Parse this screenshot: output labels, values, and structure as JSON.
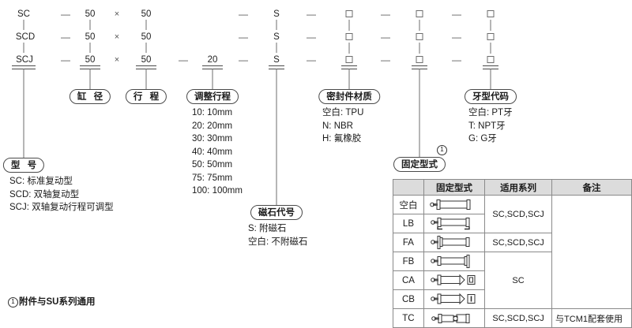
{
  "meta": {
    "title": "SC / SCD / SCJ 气缸型号编码图",
    "line_color": "#6d6d6d",
    "header_fill": "#dcdcdc"
  },
  "code_rows": [
    {
      "id": "row-sc",
      "cells": [
        {
          "kind": "text",
          "value": "SC"
        },
        {
          "kind": "dash",
          "value": "—"
        },
        {
          "kind": "text",
          "value": "50"
        },
        {
          "kind": "times",
          "value": "×"
        },
        {
          "kind": "text",
          "value": "50"
        },
        {
          "kind": "blank",
          "value": ""
        },
        {
          "kind": "blank",
          "value": ""
        },
        {
          "kind": "dash",
          "value": "—"
        },
        {
          "kind": "text",
          "value": "S"
        },
        {
          "kind": "dash",
          "value": "—"
        },
        {
          "kind": "square",
          "value": "□"
        },
        {
          "kind": "dash",
          "value": "—"
        },
        {
          "kind": "square",
          "value": "□"
        },
        {
          "kind": "dash",
          "value": "—"
        },
        {
          "kind": "square",
          "value": "□"
        }
      ]
    },
    {
      "id": "row-scd",
      "cells": [
        {
          "kind": "text",
          "value": "SCD"
        },
        {
          "kind": "dash",
          "value": "—"
        },
        {
          "kind": "text",
          "value": "50"
        },
        {
          "kind": "times",
          "value": "×"
        },
        {
          "kind": "text",
          "value": "50"
        },
        {
          "kind": "blank",
          "value": ""
        },
        {
          "kind": "blank",
          "value": ""
        },
        {
          "kind": "dash",
          "value": "—"
        },
        {
          "kind": "text",
          "value": "S"
        },
        {
          "kind": "dash",
          "value": "—"
        },
        {
          "kind": "square",
          "value": "□"
        },
        {
          "kind": "dash",
          "value": "—"
        },
        {
          "kind": "square",
          "value": "□"
        },
        {
          "kind": "dash",
          "value": "—"
        },
        {
          "kind": "square",
          "value": "□"
        }
      ]
    },
    {
      "id": "row-scj",
      "cells": [
        {
          "kind": "text",
          "value": "SCJ"
        },
        {
          "kind": "dash",
          "value": "—"
        },
        {
          "kind": "text",
          "value": "50"
        },
        {
          "kind": "times",
          "value": "×"
        },
        {
          "kind": "text",
          "value": "50"
        },
        {
          "kind": "dash",
          "value": "—"
        },
        {
          "kind": "text",
          "value": "20"
        },
        {
          "kind": "dash",
          "value": "—"
        },
        {
          "kind": "text",
          "value": "S"
        },
        {
          "kind": "dash",
          "value": "—"
        },
        {
          "kind": "square",
          "value": "□"
        },
        {
          "kind": "dash",
          "value": "—"
        },
        {
          "kind": "square",
          "value": "□"
        },
        {
          "kind": "dash",
          "value": "—"
        },
        {
          "kind": "square",
          "value": "□"
        }
      ]
    }
  ],
  "capsules": {
    "model": "型 号",
    "bore": "缸 径",
    "stroke": "行 程",
    "adj_stroke": "调整行程",
    "magnet": "磁石代号",
    "seal": "密封件材质",
    "mount": "固定型式",
    "thread": "牙型代码"
  },
  "legends": {
    "model": [
      "SC: 标准复动型",
      "SCD: 双轴复动型",
      "SCJ: 双轴复动行程可调型"
    ],
    "adj_stroke": [
      "10: 10mm",
      "20: 20mm",
      "30: 30mm",
      "40: 40mm",
      "50: 50mm",
      "75: 75mm",
      "100: 100mm"
    ],
    "magnet": [
      "S: 附磁石",
      "空白: 不附磁石"
    ],
    "seal": [
      "空白: TPU",
      "N: NBR",
      "H: 氟橡胶"
    ],
    "thread": [
      "空白: PT牙",
      "T: NPT牙",
      "G: G牙"
    ]
  },
  "mount_note_marker": "1",
  "table": {
    "headers": [
      "",
      "固定型式",
      "适用系列",
      "备注"
    ],
    "rows": [
      {
        "code": "空白",
        "icon": "basic",
        "series": "SC,SCD,SCJ",
        "series_span": 2,
        "note": "",
        "note_span": 6
      },
      {
        "code": "LB",
        "icon": "lb",
        "series": null,
        "note": null
      },
      {
        "code": "FA",
        "icon": "fa",
        "series": "SC,SCD,SCJ",
        "series_span": 1,
        "note": null
      },
      {
        "code": "FB",
        "icon": "fb",
        "series": "SC",
        "series_span": 3,
        "note": null
      },
      {
        "code": "CA",
        "icon": "ca",
        "series": null,
        "note": null
      },
      {
        "code": "CB",
        "icon": "cb",
        "series": null,
        "note": null
      },
      {
        "code": "TC",
        "icon": "tc",
        "series": "SC,SCD,SCJ",
        "series_span": 1,
        "note": "与TCM1配套使用",
        "note_span": 1
      }
    ]
  },
  "footnote": {
    "marker": "1",
    "text": "附件与SU系列通用"
  }
}
